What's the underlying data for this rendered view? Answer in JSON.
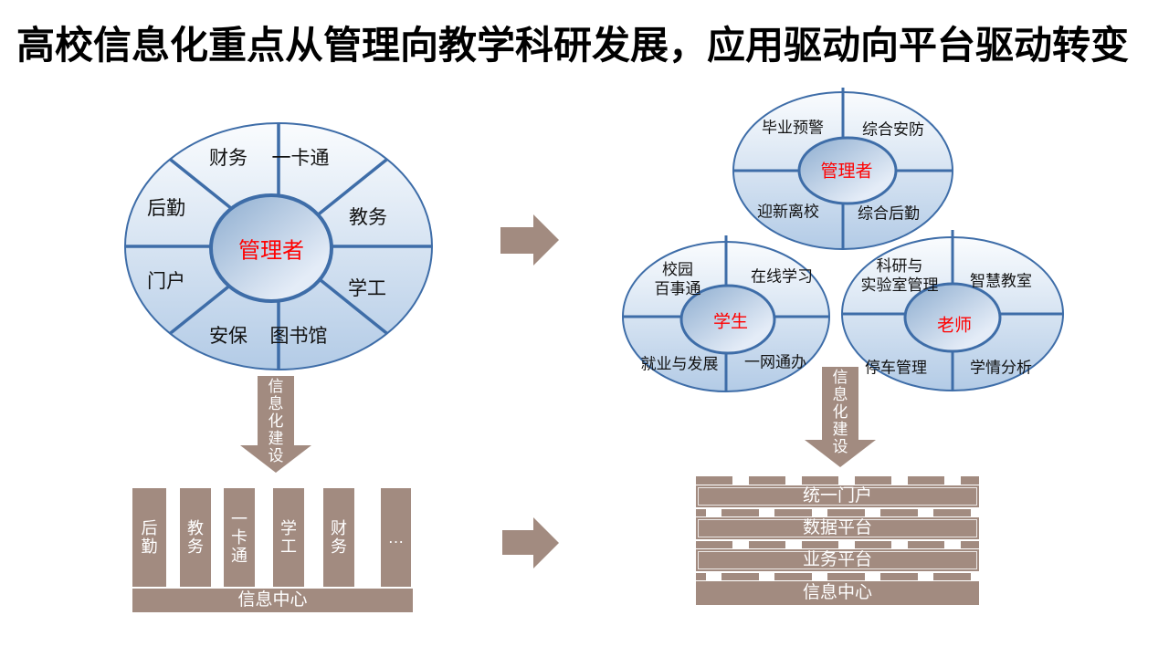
{
  "title": "高校信息化重点从管理向教学科研发展，应用驱动向平台驱动转变",
  "wheels": {
    "admin_large": {
      "center": "管理者",
      "segments": [
        "财务",
        "一卡通",
        "教务",
        "学工",
        "图书馆",
        "安保",
        "门户",
        "后勤"
      ]
    },
    "admin_small": {
      "center": "管理者",
      "segments": [
        "毕业预警",
        "综合安防",
        "迎新离校",
        "综合后勤"
      ]
    },
    "student": {
      "center": "学生",
      "segments": [
        {
          "lines": [
            "校园",
            "百事通"
          ]
        },
        {
          "lines": [
            "在线学习"
          ]
        },
        {
          "lines": [
            "就业与发展"
          ]
        },
        {
          "lines": [
            "一网通办"
          ]
        }
      ]
    },
    "teacher": {
      "center": "老师",
      "segments": [
        {
          "lines": [
            "科研与",
            "实验室管理"
          ]
        },
        {
          "lines": [
            "智慧教室"
          ]
        },
        {
          "lines": [
            "停车管理"
          ]
        },
        {
          "lines": [
            "学情分析"
          ]
        }
      ]
    }
  },
  "arrows": {
    "down_label": "信息化建设"
  },
  "silos": {
    "bars": [
      "后勤",
      "教务",
      "一卡通",
      "学工",
      "财务",
      "…"
    ],
    "base": "信息中心"
  },
  "platform": {
    "layers": [
      "统一门户",
      "数据平台",
      "业务平台",
      "信息中心"
    ]
  },
  "colors": {
    "wheel_stroke": "#3e6da8",
    "wheel_fill_light": "#fafcfe",
    "wheel_fill_dark": "#b3cbe6",
    "accent_red": "#ff0000",
    "taupe": "#a28b80",
    "title_color": "#000000"
  }
}
